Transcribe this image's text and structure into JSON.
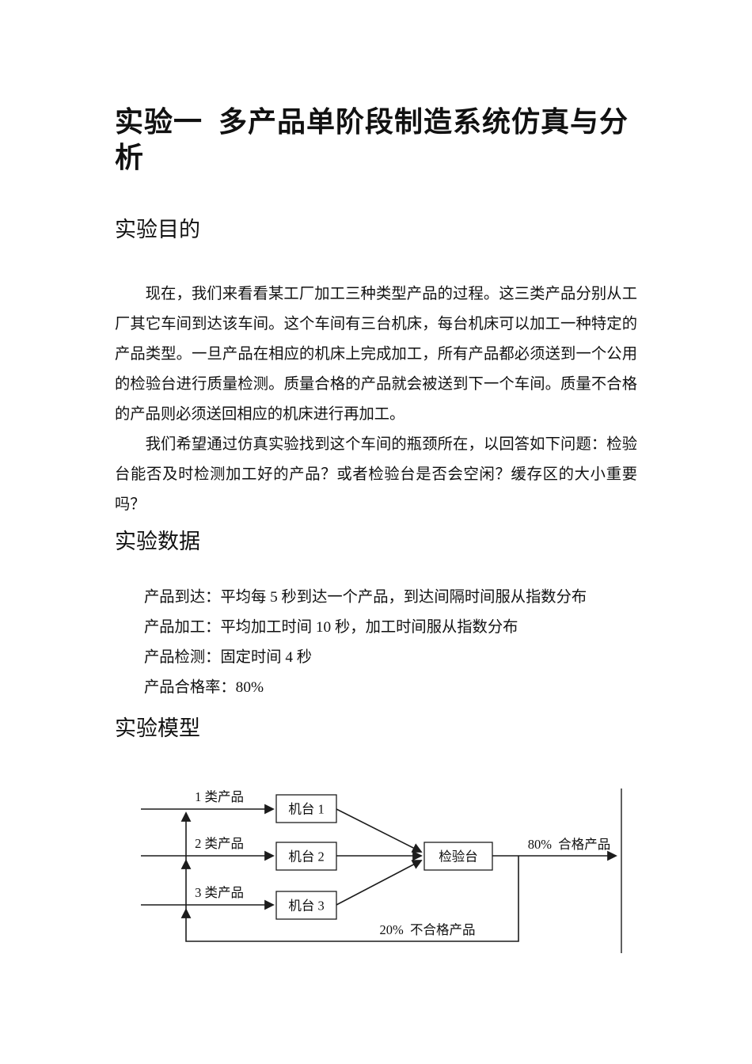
{
  "page": {
    "title": "实验一  多产品单阶段制造系统仿真与分析"
  },
  "sections": {
    "purpose": {
      "heading": "实验目的",
      "para1": "现在，我们来看看某工厂加工三种类型产品的过程。这三类产品分别从工厂其它车间到达该车间。这个车间有三台机床，每台机床可以加工一种特定的产品类型。一旦产品在相应的机床上完成加工，所有产品都必须送到一个公用的检验台进行质量检测。质量合格的产品就会被送到下一个车间。质量不合格的产品则必须送回相应的机床进行再加工。",
      "para2": "我们希望通过仿真实验找到这个车间的瓶颈所在，以回答如下问题：检验台能否及时检测加工好的产品？或者检验台是否会空闲？缓存区的大小重要吗？"
    },
    "data": {
      "heading": "实验数据",
      "items": [
        "产品到达：平均每 5 秒到达一个产品，到达间隔时间服从指数分布",
        "产品加工：平均加工时间 10 秒，加工时间服从指数分布",
        "产品检测：固定时间 4 秒",
        "产品合格率：80%"
      ]
    },
    "model": {
      "heading": "实验模型",
      "diagram": {
        "inputs": [
          "1 类产品",
          "2 类产品",
          "3 类产品"
        ],
        "machines": [
          "机台 1",
          "机台 2",
          "机台 3"
        ],
        "inspection": "检验台",
        "pass_label": "80%  合格产品",
        "fail_label": "20%  不合格产品"
      }
    }
  }
}
